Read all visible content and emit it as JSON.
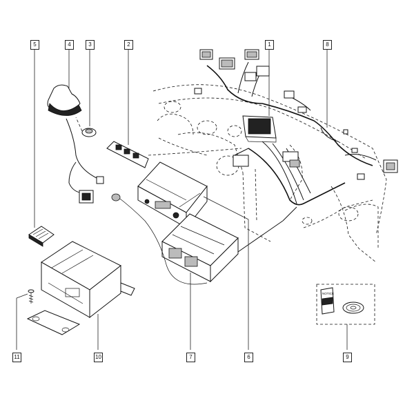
{
  "callouts": [
    {
      "id": "c1",
      "label": "1"
    },
    {
      "id": "c2",
      "label": "2"
    },
    {
      "id": "c3",
      "label": "3"
    },
    {
      "id": "c4",
      "label": "4"
    },
    {
      "id": "c5",
      "label": "5"
    },
    {
      "id": "c6",
      "label": "6"
    },
    {
      "id": "c7",
      "label": "7"
    },
    {
      "id": "c8",
      "label": "8"
    },
    {
      "id": "c9",
      "label": "9"
    },
    {
      "id": "c10",
      "label": "10"
    },
    {
      "id": "c11",
      "label": "11"
    }
  ],
  "manual_cover_text": "NOTICE"
}
